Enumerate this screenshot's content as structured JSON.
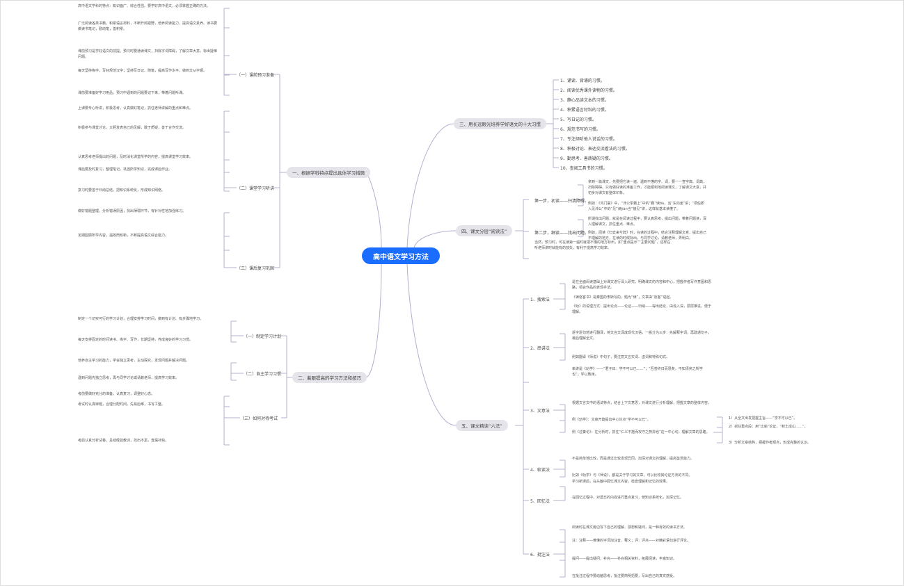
{
  "center": "高中语文学习方法",
  "branches": {
    "b1": {
      "label": "一、根据学科特点提出具体学习措施",
      "subs": [
        "（一）课前预习准备",
        "（二）课堂学习听讲",
        "（三）课后复习巩固"
      ]
    },
    "b2": {
      "label": "二、着眼提高的学习方法和技巧",
      "subs": [
        "（一）制定学习计划",
        "（二）自主学习习惯",
        "（三）如何对待考试"
      ]
    },
    "b3": {
      "label": "三、用长远眼光培养学好语文的十大习惯",
      "items": [
        "1、诵读、背诵的习惯。",
        "2、阅读优秀课外读物的习惯。",
        "3、静心品读文本的习惯。",
        "4、积累语言材料的习惯。",
        "5、写日记的习惯。",
        "6、规范书写的习惯。",
        "7、专注倾听他人说话的习惯。",
        "8、积极讨论、表达交流看法的习惯。",
        "9、勤思考、善质疑的习惯。",
        "10、查阅工具书的习惯。"
      ]
    },
    "b4": {
      "label": "四、课文分层“阅读法”",
      "steps": [
        "第一步，初读——扫清障碍。",
        "第二步，细读——找出问题。"
      ],
      "leaves": [
        "拿到一篇课文，先要把它读一遍，遇到不懂的字、词，要一一查字典、词典，扫除障碍。只有做好读的准备工作，才能顺利地阅读课文，了解课文大意，并初步对课文有整体印象。",
        "例如：《鸿门宴》中，“沛公军霸上”中的“霸”读bà，当“东向坐”讲；“项伯即入见沛公”中的“见”读jiàn当“接见”讲，这样就基本读懂了。",
        "所谓找出问题，就是在阅读过程中，要认真思考，提出问题，带着问题读，深入理解课文，抓住重点、难点。",
        "例如，阅读《归去来兮辞》时，在读的过程中，结合注释理解文意，提出自己不理解的地方，在读的时候标出，与同学讨论，请教老师，弄明白。",
        "当然，预习时，可在读第一遍时就把不懂的地方标出，如“重点提示”“主要问题”，这样在听老师讲时就能有的放矢，有利于提高学习效率。"
      ]
    },
    "b5": {
      "label": "五、课文精读“六法”",
      "methods": [
        "1、搜索法",
        "2、串讲法",
        "3、文意法",
        "4、较读法",
        "5、回忆法",
        "6、批注法"
      ],
      "leaves": [
        "是在全面阅读基础上对课文进行深入研究，明确课文的内容和中心，把握作者写作意图和思路，领会作品的表现手法。",
        "《谏逐客书》是秦国的李斯写的，题为“谏”，文章由“逐客”说起。",
        "《劝》的说理方式：提出论点——论证——归纳——得出结论，由浅入深，层层推进，便于理解。",
        "逐字逐句地进行翻译，将文言文译成现代汉语，一般分为三步：先解释字词，再疏通句子，最后理解全文。",
        "例如翻译《师说》中句子，要注意文言实词、虚词和特殊句式。",
        "串讲是《劝学》——“君子曰：学不可以已……”；“吾尝终日而思矣，不如须臾之所学也”；学以致用。",
        "根据文言文中的语法特点，结合上下文意思，对课文进行分析理解，把握文章的整体内容。",
        "例《劝学》：文章开篇提出中心论点“学不可以已”。",
        "例《过秦论》：在分析时，抓住“仁义不施而攻守之势异也”这一中心句，理解文章的思路。",
        "1）从全文出发把握主旨——“学不可以已”。",
        "2）抓住重点段：用“比喻”论证，“积土成山……”。",
        "3）分析文章结构，把握作者观点，形成完整的认识。",
        "不是简单地比较，而是通过比较发现异同，加深对课文的理解，提高鉴赏能力。",
        "比如《劝学》与《师说》，都是关于学习的文章，可以比较其论证方法的不同。",
        "学习新课后，在头脑中回忆课文内容，检查理解和记忆的效果。",
        "在回忆过程中，对遗忘的内容进行重点复习，使知识系统化，加深记忆。",
        "阅读时在课文旁边写下自己的理解、感想和疑问，是一种有效的读书方法。",
        "注：注释——难懂的字词加注音、释义；评：评点——对精彩语句进行评论。",
        "提问——提出疑问；补充——补充相关资料，拓展阅读，丰富知识。",
        "在批注过程中要动脑思考，批注要简明扼要，写出自己的真实感受。"
      ]
    },
    "leftLeaves": [
      "高中语文学科的特点：知识面广、综合性强。要学好高中语文，必须掌握正确的方法。",
      "广泛阅读各类书籍，积累语言材料，不断开阔视野，培养阅读能力，提高语文素养。读书要做读书笔记，勤动笔，善积累。",
      "课前预习是学好语文的前提。预习时要通读课文，扫除字词障碍，了解文章大意，标出疑难问题。",
      "每天坚持练字，写好规范汉字；坚持写日记、随笔，提高写作水平，做到文从字顺。",
      "课前要准备好学习用品，预习中遇到的问题要记下来，带着问题听课。",
      "上课要专心听讲，积极思考，认真做好笔记，抓住老师讲解的重点和难点。",
      "积极参与课堂讨论，大胆发表自己的见解，敢于质疑，善于合作交流。",
      "认真思考老师提出的问题，及时消化课堂所学的内容，提高课堂学习效率。",
      "课后要及时复习，整理笔记，巩固所学知识，完成课后作业。",
      "复习时要善于归纳总结，把知识系统化，形成知识网络。",
      "做好错题整理，分析错误原因，找出薄弱环节，有针对性地加强练习。",
      "定期回顾所学内容，温故而知新，不断提高语文综合能力。",
      "制定一个切实可行的学习计划，合理安排学习时间，做到有计划、有步骤地学习。",
      "每天安排固定的时间读书、练字、写作，长期坚持，养成良好的学习习惯。",
      "培养自主学习的能力，学会独立思考，主动探究，发现问题并解决问题。",
      "遇到问题先独立思考，再与同学讨论或请教老师，提高学习效率。",
      "考前要做好充分的准备，认真复习，调整好心态。",
      "考试时认真审题，合理分配时间，先易后难，书写工整。",
      "考后认真分析试卷，总结经验教训，找出不足，查漏补缺。"
    ]
  }
}
